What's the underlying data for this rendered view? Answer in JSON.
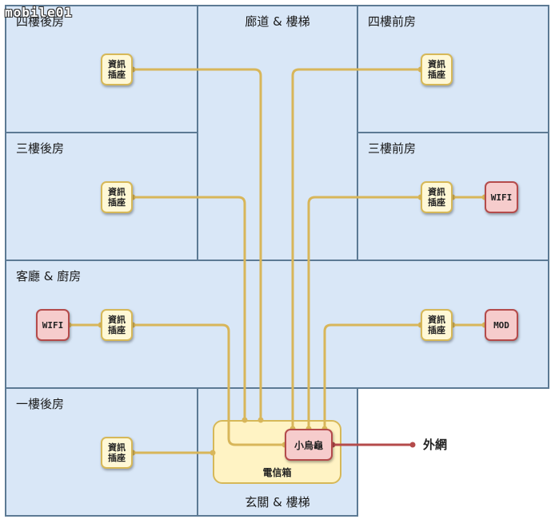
{
  "watermark": "mobile01",
  "rooms": {
    "r4_back": "四樓後房",
    "hall_top": "廊道 & 樓梯",
    "r4_front": "四樓前房",
    "r3_back": "三樓後房",
    "r3_front": "三樓前房",
    "living": "客廳 & 廚房",
    "r1_back": "一樓後房",
    "entrance": "玄關 & 樓梯"
  },
  "jack": {
    "line1": "資訊",
    "line2": "插座"
  },
  "devices": {
    "wifi": "WIFI",
    "mod": "MOD",
    "router": "小烏龜"
  },
  "cabinet_label": "電信箱",
  "internet_label": "外網",
  "colors": {
    "wire": "#d8b65a",
    "external_wire": "#b44b4b",
    "room_fill": "#d9e7f7",
    "room_border": "#5c7a94"
  }
}
